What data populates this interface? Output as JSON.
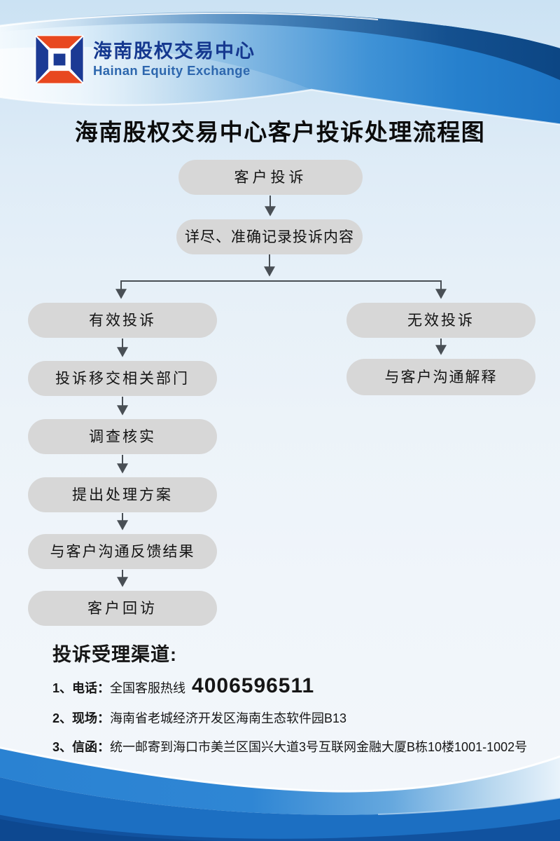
{
  "brand": {
    "name_cn": "海南股权交易中心",
    "name_en": "Hainan Equity Exchange"
  },
  "title": "海南股权交易中心客户投诉处理流程图",
  "flow": {
    "start": "客户投诉",
    "record": "详尽、准确记录投诉内容",
    "left_branch": [
      "有效投诉",
      "投诉移交相关部门",
      "调查核实",
      "提出处理方案",
      "与客户沟通反馈结果",
      "客户回访"
    ],
    "right_branch": [
      "无效投诉",
      "与客户沟通解释"
    ]
  },
  "channels": {
    "heading": "投诉受理渠道:",
    "items": [
      {
        "num": "1、",
        "label": "电话：",
        "text": "全国客服热线",
        "highlight": "4006596511"
      },
      {
        "num": "2、",
        "label": "现场：",
        "text": "海南省老城经济开发区海南生态软件园B13"
      },
      {
        "num": "3、",
        "label": "信函：",
        "text": "统一邮寄到海口市美兰区国兴大道3号互联网金融大厦B栋10楼1001-1002号"
      }
    ]
  },
  "colors": {
    "brand_navy": "#1b3a94",
    "brand_red": "#e8481f",
    "header_band_blue": "#1f78c8",
    "header_edge_navy": "#0c4684",
    "footer_blue": "#1c6fc2",
    "footer_navy": "#11529f",
    "node_fill": "#d7d7d7",
    "arrow": "#494f55",
    "page_bg_top": "#cbe2f3",
    "page_bg_bottom": "#f3f7fb"
  }
}
